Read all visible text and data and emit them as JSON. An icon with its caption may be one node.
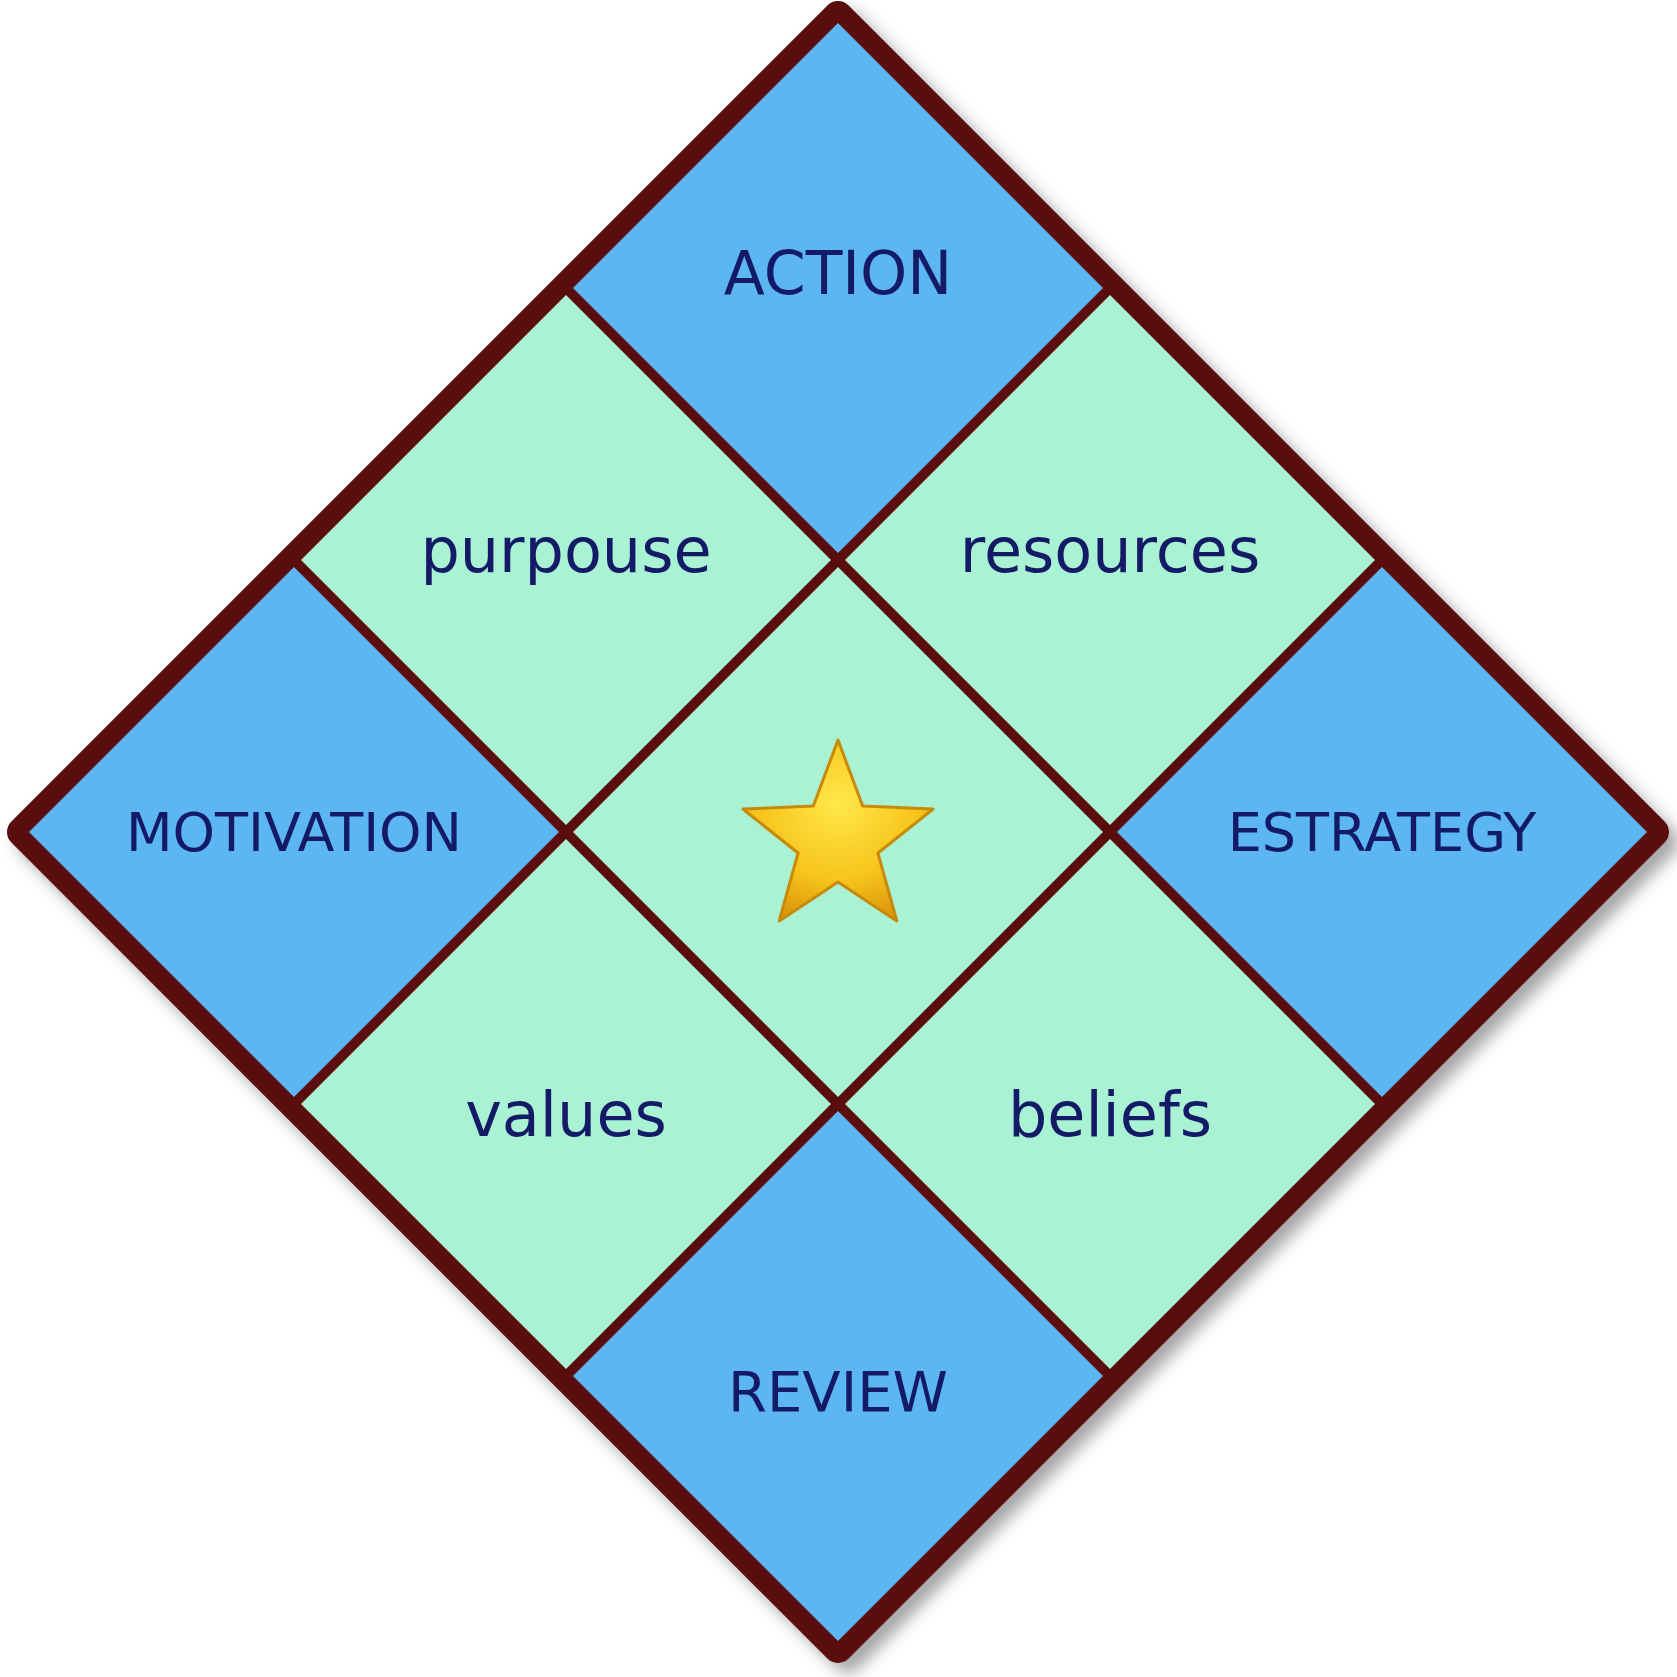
{
  "diagram": {
    "nodes": [
      {
        "text": [
          "ACTION"
        ]
      },
      {
        "text": [
          "purpouse"
        ]
      },
      {
        "text": [
          "resources"
        ]
      },
      {
        "text": [
          "MOTIVATION"
        ]
      },
      {
        "text": [],
        "shape": "diamond"
      },
      {
        "text": [
          "ESTRATEGY"
        ]
      },
      {
        "text": [
          "values"
        ]
      },
      {
        "text": [
          "beliefs"
        ]
      },
      {
        "text": [
          "REVIEW"
        ]
      }
    ]
  }
}
